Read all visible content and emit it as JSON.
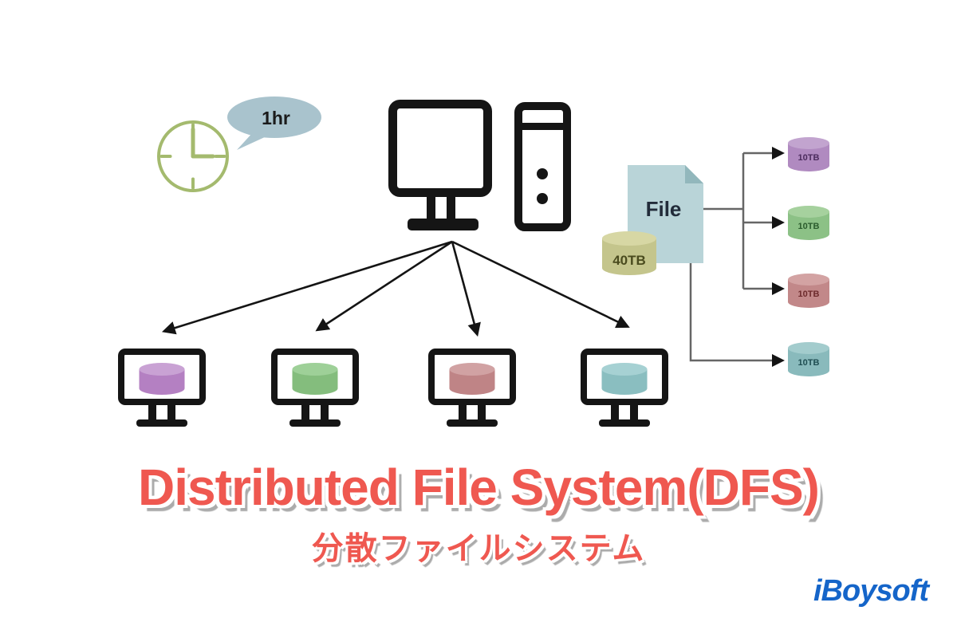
{
  "scene": {
    "clock_bubble": {
      "label": "1hr"
    },
    "file": {
      "label": "File"
    },
    "total_storage": {
      "label": "40TB",
      "body_color": "#c4c58c",
      "top_color": "#d7d7a4",
      "label_color": "#4a4b1e"
    },
    "chunks": [
      {
        "label": "10TB",
        "body_color": "#b08ac0",
        "top_color": "#c2a4cf",
        "label_color": "#4c2c5e"
      },
      {
        "label": "10TB",
        "body_color": "#8cc186",
        "top_color": "#a6d19e",
        "label_color": "#2b5c2d"
      },
      {
        "label": "10TB",
        "body_color": "#c28889",
        "top_color": "#d3a3a3",
        "label_color": "#6d2a2c"
      },
      {
        "label": "10TB",
        "body_color": "#89babc",
        "top_color": "#a3cccd",
        "label_color": "#1f4e52"
      }
    ],
    "clients": [
      {
        "disk_body_color": "#b480c2",
        "disk_top_color": "#c9a2d4"
      },
      {
        "disk_body_color": "#84bd7d",
        "disk_top_color": "#9ed098"
      },
      {
        "disk_body_color": "#bf8486",
        "disk_top_color": "#d1a2a3"
      },
      {
        "disk_body_color": "#8abec0",
        "disk_top_color": "#a6d1d3"
      }
    ],
    "colors": {
      "clock": "#a4ba6e",
      "bubble": "#a9c3cd",
      "bubble_text": "#1b1b1b",
      "file_doc": "#b9d4d8",
      "file_fold": "#92b7bc",
      "file_text": "#222c3a",
      "connector": "#666666",
      "arrow": "#141414"
    }
  },
  "title": {
    "main": "Distributed File System(DFS)",
    "subtitle": "分散ファイルシステム",
    "color": "#ef5850"
  },
  "logo": {
    "text": "iBoysoft",
    "color": "#1565c9"
  }
}
